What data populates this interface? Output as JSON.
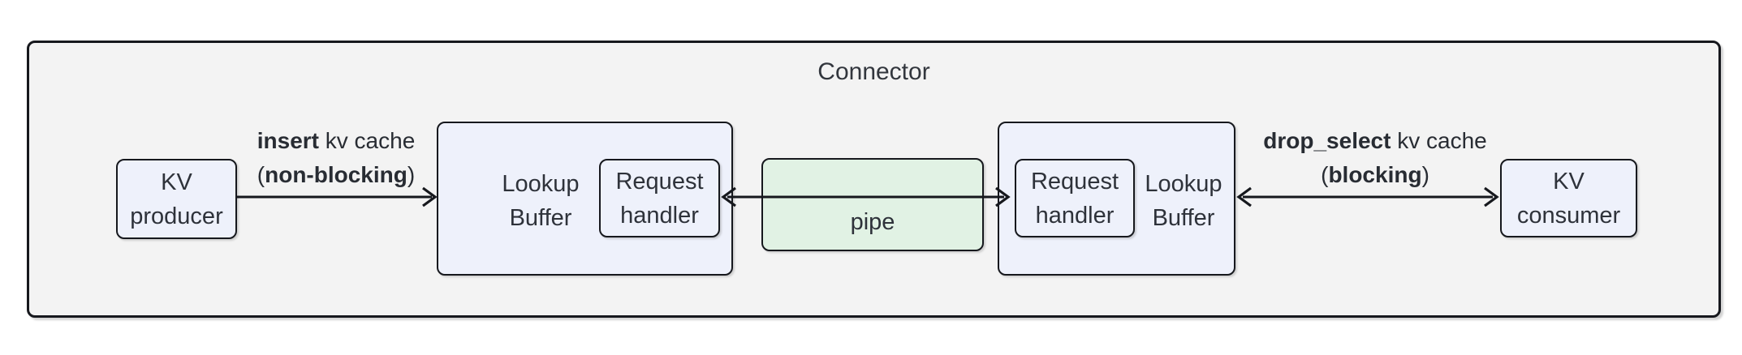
{
  "diagram": {
    "title": "Connector",
    "nodes": {
      "kv_producer": {
        "line1": "KV",
        "line2": "producer"
      },
      "lookup_buffer_left": {
        "line1": "Lookup",
        "line2": "Buffer"
      },
      "request_handler_left": {
        "line1": "Request",
        "line2": "handler"
      },
      "pipe": {
        "label": "pipe"
      },
      "request_handler_right": {
        "line1": "Request",
        "line2": "handler"
      },
      "lookup_buffer_right": {
        "line1": "Lookup",
        "line2": "Buffer"
      },
      "kv_consumer": {
        "line1": "KV",
        "line2": "consumer"
      }
    },
    "edges": {
      "insert": {
        "bold": "insert",
        "rest": " kv cache",
        "paren_open": "(",
        "paren_bold": "non-blocking",
        "paren_close": ")"
      },
      "drop_select": {
        "bold": "drop_select",
        "rest": " kv cache",
        "paren_open": "(",
        "paren_bold": "blocking",
        "paren_close": ")"
      }
    },
    "colors": {
      "node_fill": "#EEF1FB",
      "pipe_fill": "#E1F2E4",
      "container_fill": "#F3F3F3",
      "border": "#16181d",
      "text": "#2e323a"
    }
  }
}
